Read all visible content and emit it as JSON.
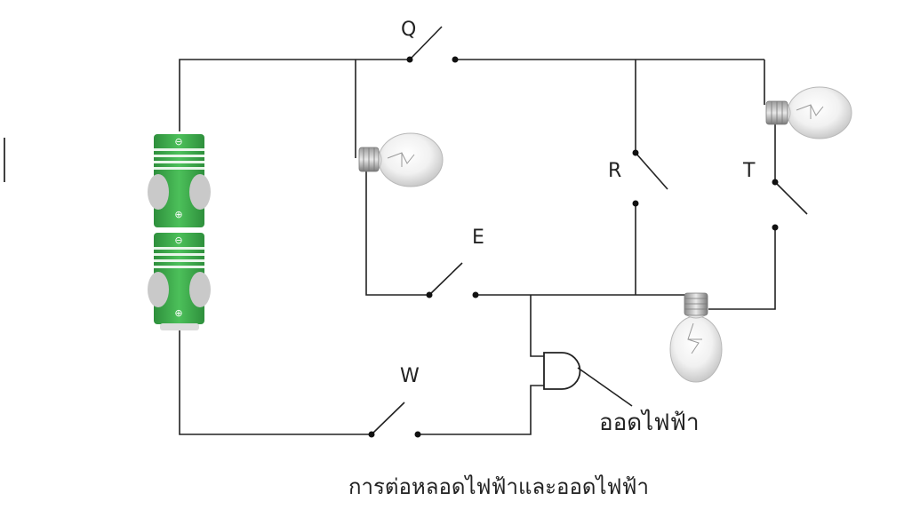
{
  "switches": {
    "q": "Q",
    "e": "E",
    "w": "W",
    "r": "R",
    "t": "T"
  },
  "bell_label": "ออดไฟฟ้า",
  "caption": "การต่อหลอดไฟฟ้าและออดไฟฟ้า",
  "battery_terminal": {
    "negative": "⊖",
    "positive": "⊕"
  },
  "colors": {
    "battery": "#3da34a",
    "wire": "#222222"
  }
}
